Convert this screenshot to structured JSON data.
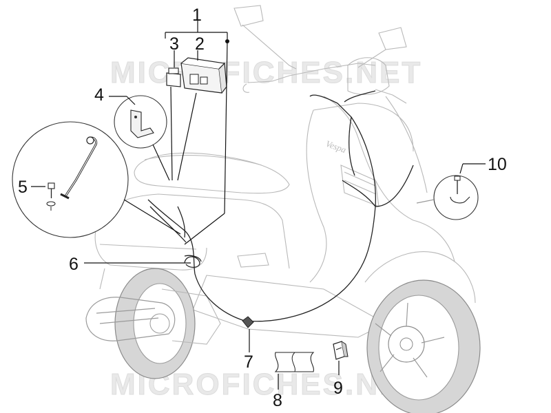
{
  "watermarks": [
    "MICROFICHES.NET",
    "MICROFICHES.NET"
  ],
  "callouts": {
    "c1": "1",
    "c2": "2",
    "c3": "3",
    "c4": "4",
    "c5": "5",
    "c6": "6",
    "c7": "7",
    "c8": "8",
    "c9": "9",
    "c10": "10"
  },
  "scooter_badge": "Vespa"
}
